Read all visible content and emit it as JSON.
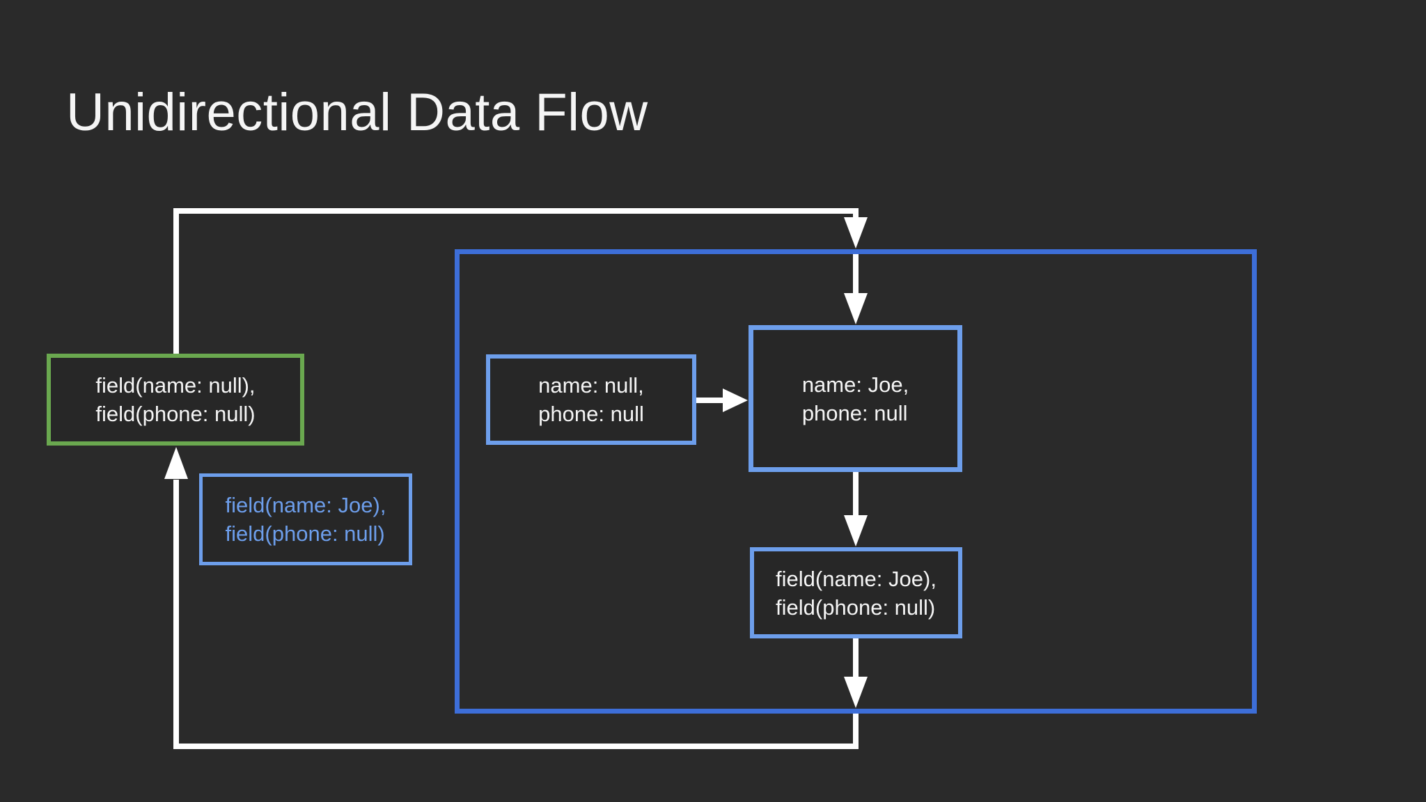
{
  "title": "Unidirectional Data Flow",
  "colors": {
    "background": "#2a2a2a",
    "node_fill": "#272727",
    "text_white": "#f5f5f5",
    "arrow_white": "#ffffff",
    "green_border": "#6aa84f",
    "light_blue": "#6d9eeb",
    "container_blue": "#3d6ed8"
  },
  "nodes": {
    "fields_null": {
      "line1": "field(name: null),",
      "line2": "field(phone: null)"
    },
    "action_fields_joe": {
      "line1": "field(name: Joe),",
      "line2": "field(phone: null)"
    },
    "state_null": {
      "line1": "name: null,",
      "line2": "phone: null"
    },
    "state_joe": {
      "line1": "name: Joe,",
      "line2": "phone: null"
    },
    "store_fields_joe": {
      "line1": "field(name: Joe),",
      "line2": "field(phone: null)"
    }
  }
}
